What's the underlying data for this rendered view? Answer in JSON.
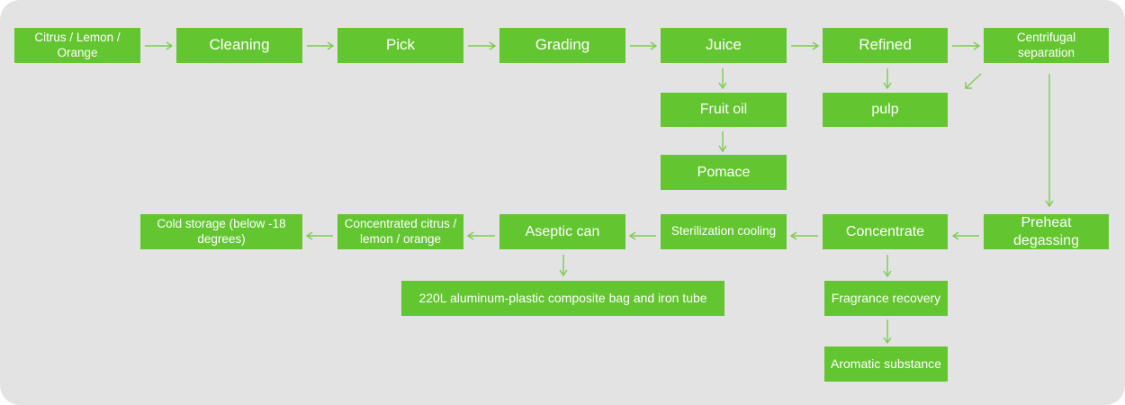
{
  "colors": {
    "canvas": "#e3e3e3",
    "box": "#63c530",
    "text": "#ffffff",
    "arrow": "#7ecb52"
  },
  "nodes": {
    "source": "Citrus / Lemon / Orange",
    "cleaning": "Cleaning",
    "pick": "Pick",
    "grading": "Grading",
    "juice": "Juice",
    "refined": "Refined",
    "centrifugal": "Centrifugal separation",
    "fruit_oil": "Fruit oil",
    "pomace": "Pomace",
    "pulp": "pulp",
    "preheat": "Preheat degassing",
    "concentrate": "Concentrate",
    "sterilization": "Sterilization cooling",
    "aseptic": "Aseptic can",
    "concentrated": "Concentrated citrus / lemon / orange",
    "cold_storage": "Cold storage (below -18 degrees)",
    "packaging": "220L aluminum-plastic composite bag and iron tube",
    "fragrance": "Fragrance recovery",
    "aromatic": "Aromatic substance"
  }
}
